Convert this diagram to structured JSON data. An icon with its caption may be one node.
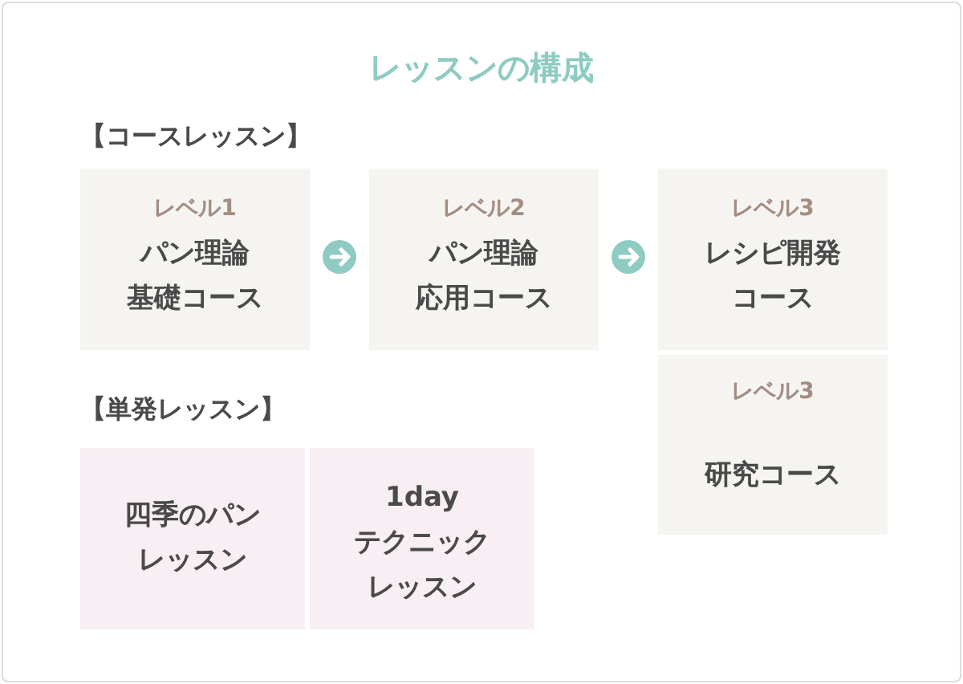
{
  "diagram": {
    "title": "レッスンの構成",
    "nodes": [
      {
        "text": [
          "レベル1",
          "パン理論基礎コース"
        ]
      },
      {
        "text": [
          "レベル2",
          "パン理論応用コース"
        ]
      },
      {
        "text": [
          "レベル3",
          "レシピ開発コース"
        ]
      },
      {
        "text": [
          "レベル3",
          "研究コース"
        ]
      },
      {
        "text": [
          "四季のパンレッスン"
        ]
      },
      {
        "text": [
          "1dayテクニックレッスン"
        ]
      }
    ],
    "edges": [
      {
        "from": 0,
        "to": 1,
        "arrow": "to"
      },
      {
        "from": 1,
        "to": 2,
        "arrow": "to"
      }
    ],
    "labels": [
      "【コースレッスン】",
      "【単発レッスン】"
    ]
  }
}
